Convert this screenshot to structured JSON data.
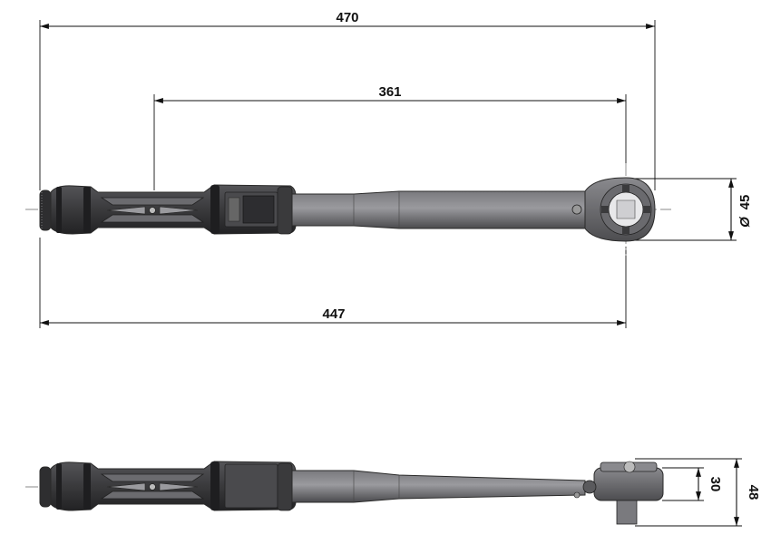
{
  "drawing": {
    "top_view": {
      "overall_length": "470",
      "grip_to_head_length": "361",
      "shank_length": "447",
      "head_diameter_symbol": "Ø",
      "head_diameter": "45"
    },
    "side_view": {
      "head_height_inner": "30",
      "head_height_outer": "48"
    }
  },
  "colors": {
    "body_dark": "#3d3d3f",
    "body_mid": "#5a5a5d",
    "body_light": "#8c8c90",
    "grip_rubber": "#2b2b2d",
    "dimension_ink": "#111111"
  }
}
